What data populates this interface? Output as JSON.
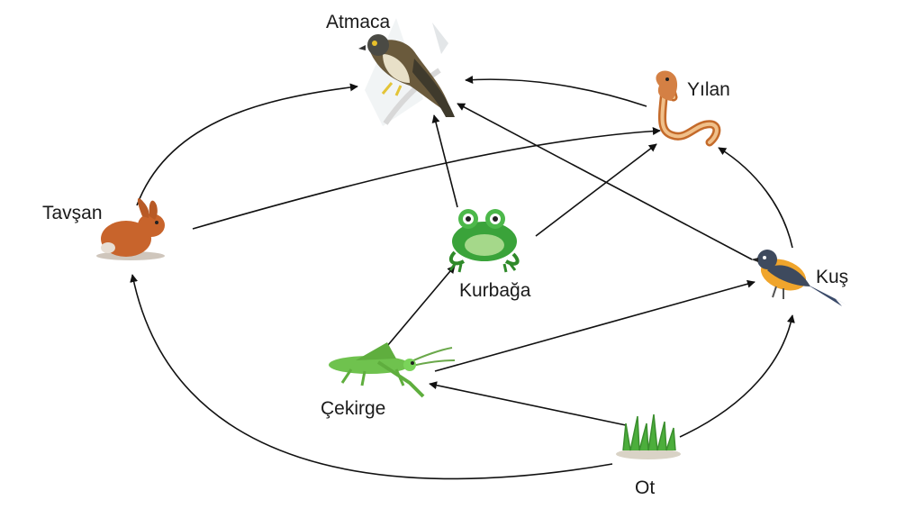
{
  "diagram": {
    "type": "food-web",
    "nodes": {
      "atmaca": {
        "label": "Atmaca",
        "icon": "hawk-icon"
      },
      "yilan": {
        "label": "Yılan",
        "icon": "snake-icon"
      },
      "tavsan": {
        "label": "Tavşan",
        "icon": "rabbit-icon"
      },
      "kurbaga": {
        "label": "Kurbağa",
        "icon": "frog-icon"
      },
      "kus": {
        "label": "Kuş",
        "icon": "bird-icon"
      },
      "cekirge": {
        "label": "Çekirge",
        "icon": "grasshopper-icon"
      },
      "ot": {
        "label": "Ot",
        "icon": "grass-icon"
      }
    },
    "edges": [
      {
        "from": "Ot",
        "to": "Tavşan"
      },
      {
        "from": "Ot",
        "to": "Çekirge"
      },
      {
        "from": "Ot",
        "to": "Kuş"
      },
      {
        "from": "Çekirge",
        "to": "Kurbağa"
      },
      {
        "from": "Çekirge",
        "to": "Kuş"
      },
      {
        "from": "Tavşan",
        "to": "Atmaca"
      },
      {
        "from": "Tavşan",
        "to": "Yılan"
      },
      {
        "from": "Kurbağa",
        "to": "Atmaca"
      },
      {
        "from": "Kurbağa",
        "to": "Yılan"
      },
      {
        "from": "Kuş",
        "to": "Atmaca"
      },
      {
        "from": "Kuş",
        "to": "Yılan"
      },
      {
        "from": "Yılan",
        "to": "Atmaca"
      }
    ]
  }
}
